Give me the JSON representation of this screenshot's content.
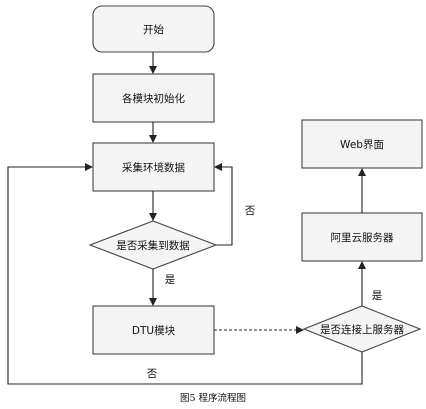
{
  "diagram": {
    "nodes": {
      "start": "开始",
      "init": "各模块初始化",
      "collect": "采集环境数据",
      "check_collected": "是否采集到数据",
      "dtu": "DTU模块",
      "check_connected": "是否连接上服务器",
      "aliyun": "阿里云服务器",
      "web": "Web界面"
    },
    "edge_labels": {
      "collected_no": "否",
      "collected_yes": "是",
      "connected_yes": "是",
      "connected_no": "否"
    }
  },
  "caption": "图5  程序流程图"
}
